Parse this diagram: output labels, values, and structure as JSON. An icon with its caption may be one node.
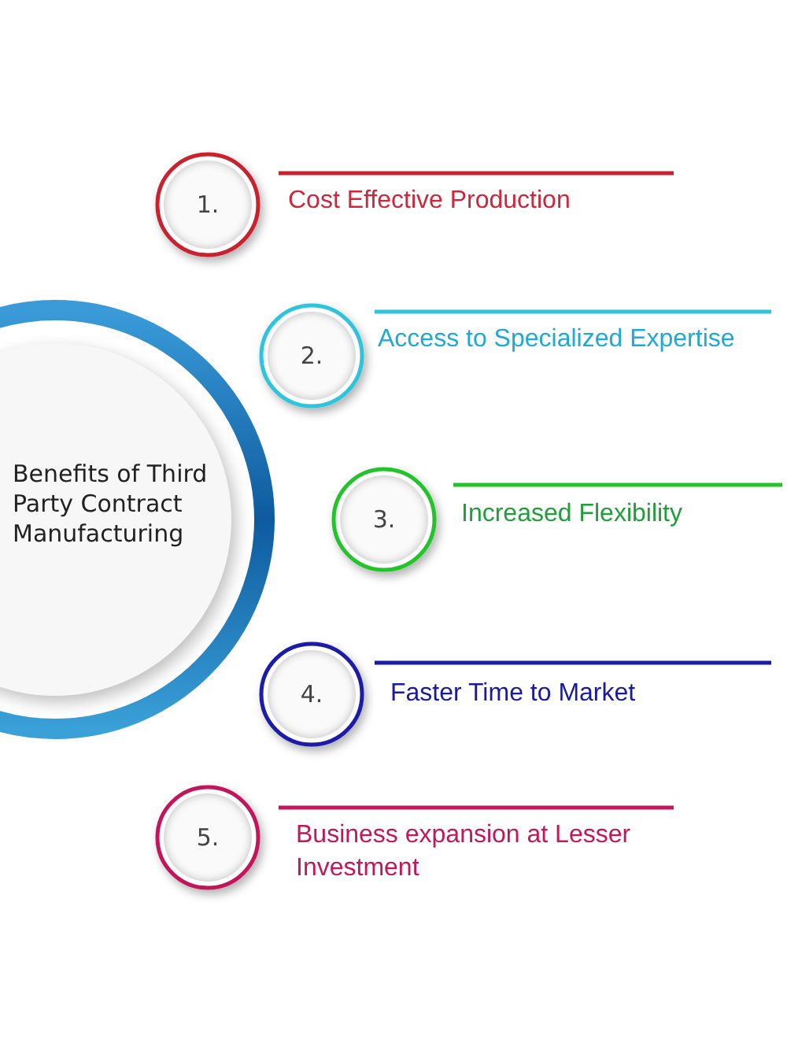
{
  "diagram": {
    "nodes": [
      {
        "text": [
          "Benefits of Third Party Contract Manufacturing"
        ]
      },
      {
        "text": [
          "1."
        ],
        "beside": [
          "Cost Effective Production"
        ]
      },
      {
        "text": [
          "2."
        ],
        "beside": [
          "Access to Specialized Expertise"
        ]
      },
      {
        "text": [
          "3."
        ],
        "beside": [
          "Increased Flexibility"
        ]
      },
      {
        "text": [
          "4."
        ],
        "beside": [
          "Faster Time to Market"
        ]
      },
      {
        "text": [
          "5."
        ],
        "beside": [
          "Business expansion at Lesser Investment"
        ]
      }
    ]
  }
}
